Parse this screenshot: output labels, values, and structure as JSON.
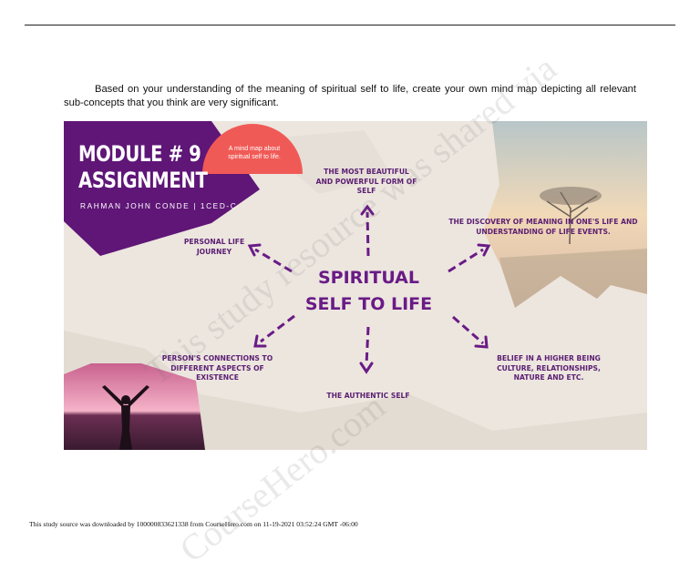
{
  "page": {
    "prompt": "Based on your understanding of the meaning of spiritual self to life, create your own mind map depicting all relevant sub-concepts that you think are very significant.",
    "footer": "This study source was downloaded by 100000833621338 from CourseHero.com on 11-19-2021 03:52:24 GMT -06:00",
    "watermark_line1": "This study resource was shared via",
    "watermark_line2": "CourseHero.com"
  },
  "mindmap": {
    "module_line1": "MODULE # 9",
    "module_line2": "ASSIGNMENT",
    "author": "RAHMAN JOHN CONDE | 1CED-C",
    "badge": "A mind map about spiritual self to life.",
    "center_line1": "SPIRITUAL",
    "center_line2": "SELF TO LIFE",
    "branches": {
      "top": "THE MOST BEAUTIFUL AND POWERFUL FORM OF SELF",
      "upper_right": "THE DISCOVERY OF MEANING IN ONE'S LIFE AND UNDERSTANDING OF LIFE EVENTS.",
      "upper_left": "PERSONAL LIFE JOURNEY",
      "lower_left": "PERSON'S CONNECTIONS TO DIFFERENT ASPECTS OF EXISTENCE",
      "bottom": "THE AUTHENTIC SELF",
      "lower_right": "BELIEF IN A HIGHER BEING CULTURE, RELATIONSHIPS, NATURE AND  ETC."
    }
  },
  "colors": {
    "purple": "#5f1677",
    "badge": "#f05a56",
    "label": "#5b1e72",
    "arrow": "#6a1b86"
  }
}
